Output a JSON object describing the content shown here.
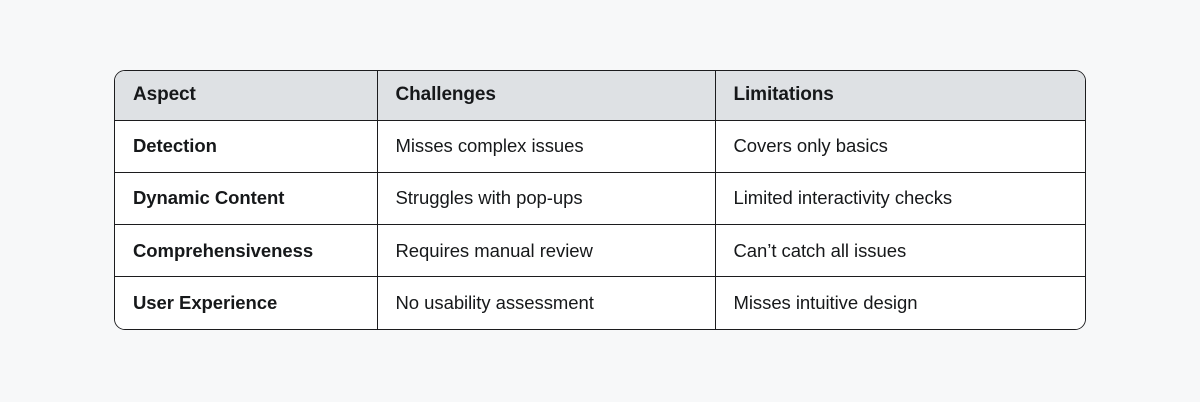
{
  "theme": {
    "page_background": "#f7f8f9",
    "table_background": "#ffffff",
    "header_background": "#dee1e4",
    "border_color": "#1c1c1e",
    "text_color": "#16181a"
  },
  "table": {
    "columns": [
      "Aspect",
      "Challenges",
      "Limitations"
    ],
    "rows": [
      {
        "aspect": "Detection",
        "challenges": "Misses complex issues",
        "limitations": "Covers only basics"
      },
      {
        "aspect": "Dynamic Content",
        "challenges": "Struggles with pop-ups",
        "limitations": "Limited interactivity checks"
      },
      {
        "aspect": "Comprehensiveness",
        "challenges": "Requires manual review",
        "limitations": "Can’t catch all issues"
      },
      {
        "aspect": "User Experience",
        "challenges": "No usability assessment",
        "limitations": "Misses intuitive design"
      }
    ]
  }
}
